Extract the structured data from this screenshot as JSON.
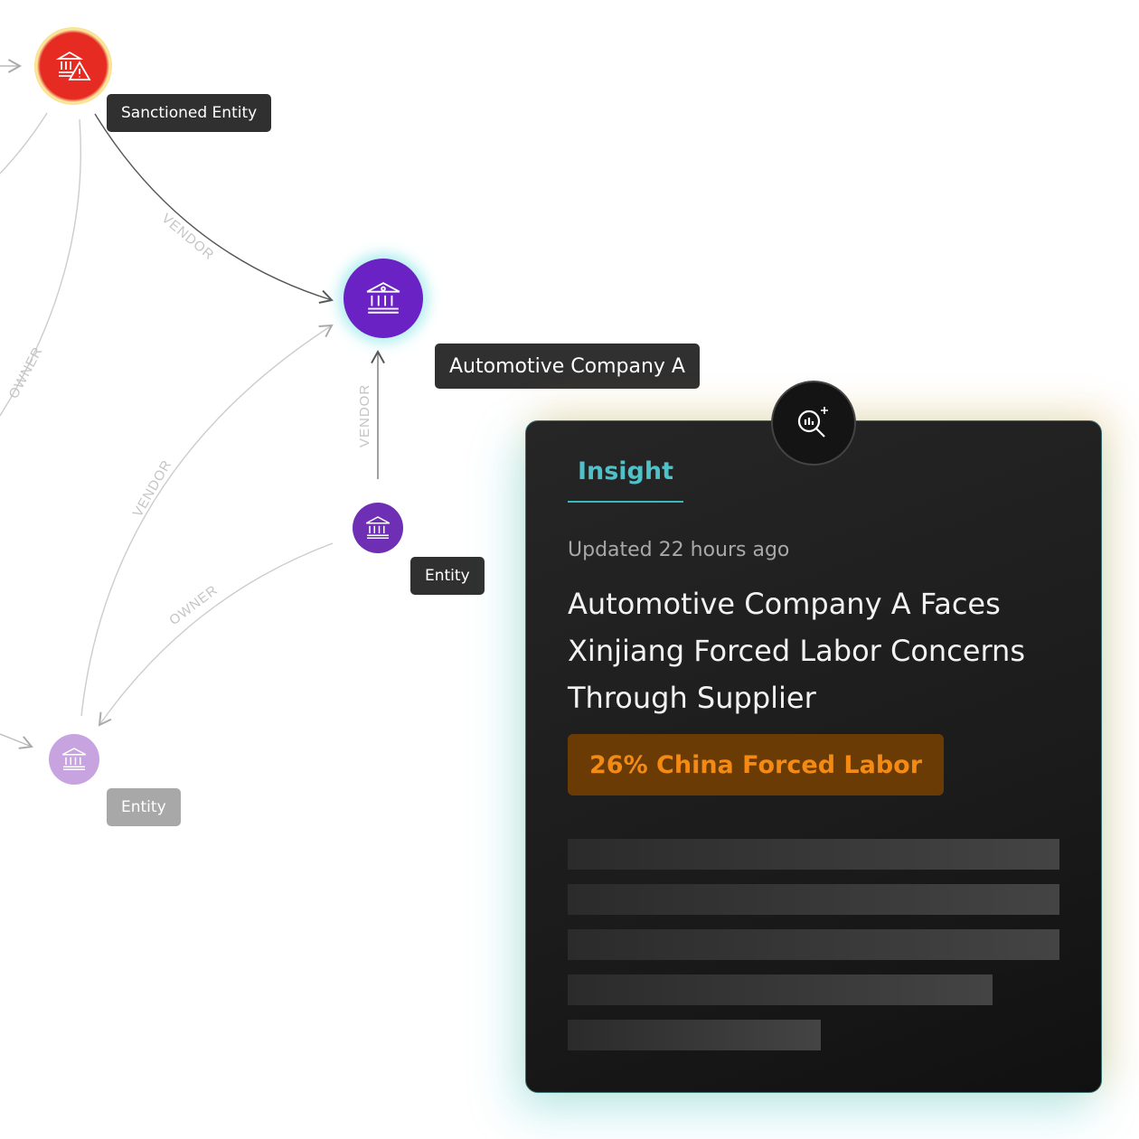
{
  "graph": {
    "nodes": [
      {
        "label": "Sanctioned Entity",
        "icon": "bank-warning-icon",
        "color": "#e52b22",
        "glow": "#f7d56a"
      },
      {
        "label": "Automotive Company A",
        "icon": "bank-icon",
        "color": "#6a22c4",
        "glow": "#7fe3e6"
      },
      {
        "label": "Entity",
        "icon": "bank-icon",
        "color": "#6e2fb4"
      },
      {
        "label": "Entity",
        "icon": "bank-icon",
        "color": "#c7a4e0"
      }
    ],
    "edge_labels": [
      "VENDOR",
      "OWNER",
      "VENDOR",
      "VENDOR",
      "OWNER"
    ]
  },
  "insight": {
    "tab": "Insight",
    "updated": "Updated 22 hours ago",
    "headline": "Automotive Company A Faces Xinjiang Forced Labor Concerns Through Supplier",
    "badge": "26% China Forced Labor",
    "accent": "#4fc1c8",
    "badge_color": "#f28a14"
  }
}
